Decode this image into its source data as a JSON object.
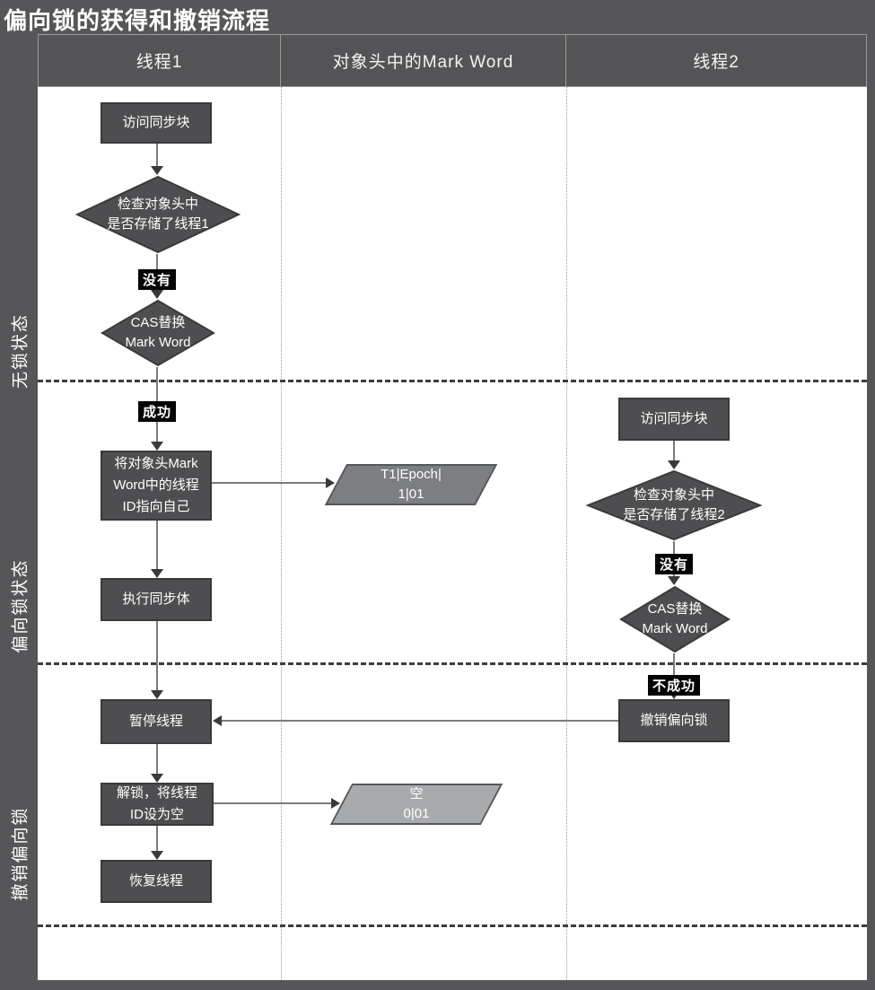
{
  "title": "偏向锁的获得和撤销流程",
  "header": {
    "lanes": [
      "线程1",
      "对象头中的Mark Word",
      "线程2"
    ]
  },
  "stages": [
    "无锁状态",
    "偏向锁状态",
    "撤销偏向锁"
  ],
  "thread1": {
    "access": "访问同步块",
    "check": "检查对象头中\n是否存储了线程1",
    "no_label": "没有",
    "cas": "CAS替换\nMark Word",
    "success_label": "成功",
    "set_id": "将对象头Mark\nWord中的线程\nID指向自己",
    "exec": "执行同步体",
    "pause": "暂停线程",
    "unlock": "解锁，将线程\nID设为空",
    "resume": "恢复线程"
  },
  "markword": {
    "biased": "T1|Epoch|\n1|01",
    "empty": "空\n0|01"
  },
  "thread2": {
    "access": "访问同步块",
    "check": "检查对象头中\n是否存储了线程2",
    "no_label": "没有",
    "cas": "CAS替换\nMark Word",
    "fail_label": "不成功",
    "revoke": "撤销偏向锁"
  },
  "colors": {
    "chrome_bg": "#565659",
    "node_fill": "#4e4e51",
    "node_border": "#3a3a3c",
    "markword_biased_fill": "#7c7e81",
    "markword_empty_fill": "#a8aaac",
    "label_bg": "#050505",
    "line": "#7b7b7b"
  }
}
